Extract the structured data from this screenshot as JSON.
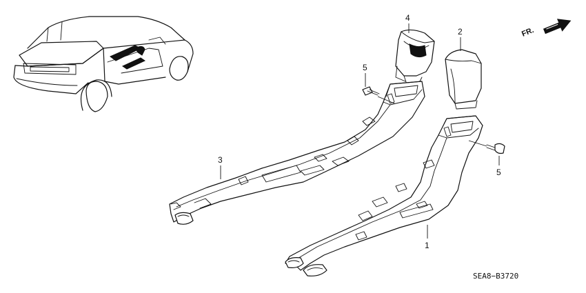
{
  "callouts": {
    "part_1": "1",
    "part_2": "2",
    "part_3": "3",
    "part_4": "4",
    "part_5_upper": "5",
    "part_5_lower": "5"
  },
  "direction": {
    "label": "FR."
  },
  "diagram_code": "SEA8−B3720",
  "icons": [
    "car-overview-icon",
    "direction-arrow-icon",
    "bolt-icon"
  ]
}
